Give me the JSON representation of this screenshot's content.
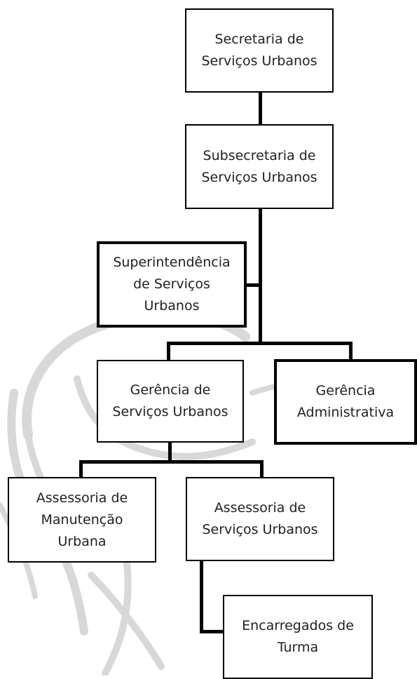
{
  "org_chart": {
    "secretaria": "Secretaria de\nServiços Urbanos",
    "subsecretaria": "Subsecretaria de\nServiços Urbanos",
    "superintendencia": "Superintendência\nde Serviços\nUrbanos",
    "gerencia_servicos": "Gerência de\nServiços Urbanos",
    "gerencia_administrativa": "Gerência\nAdministrativa",
    "assessoria_manutencao": "Assessoria de\nManutenção\nUrbana",
    "assessoria_servicos": "Assessoria de\nServiços Urbanos",
    "encarregados": "Encarregados de\nTurma"
  }
}
